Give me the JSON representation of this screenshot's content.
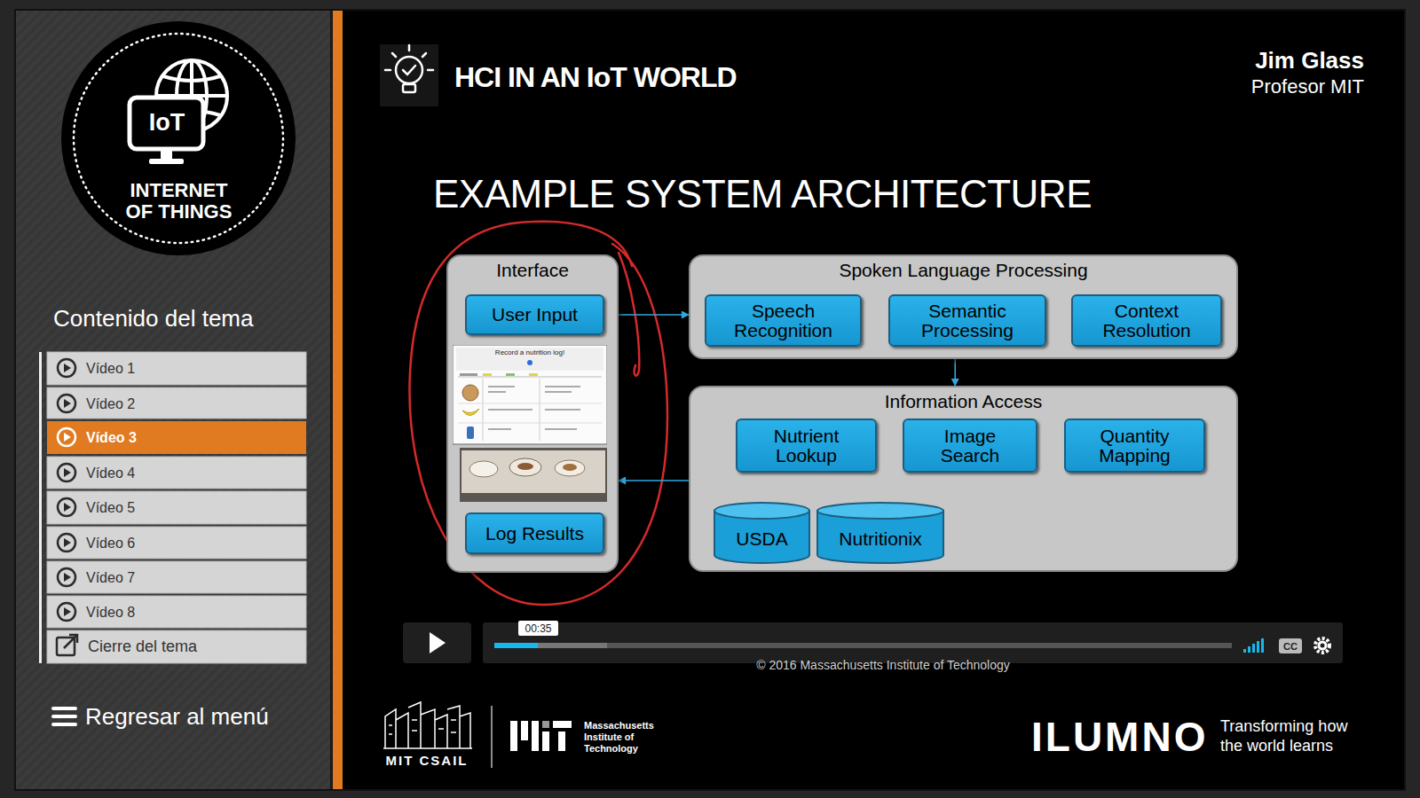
{
  "diagram": {
    "title": "EXAMPLE SYSTEM ARCHITECTURE",
    "nodes": [
      {
        "text": [
          "Interface"
        ]
      },
      {
        "text": [
          "User Input"
        ],
        "in": 0
      },
      {
        "text": [
          "Log Results"
        ],
        "in": 0
      },
      {
        "text": [
          "Spoken Language Processing"
        ]
      },
      {
        "text": [
          "Speech Recognition"
        ],
        "in": 3
      },
      {
        "text": [
          "Semantic Processing"
        ],
        "in": 3
      },
      {
        "text": [
          "Context Resolution"
        ],
        "in": 3
      },
      {
        "text": [
          "Information Access"
        ]
      },
      {
        "text": [
          "Nutrient Lookup"
        ],
        "in": 7
      },
      {
        "text": [
          "Image Search"
        ],
        "in": 7
      },
      {
        "text": [
          "Quantity Mapping"
        ],
        "in": 7
      },
      {
        "text": [
          "USDA"
        ],
        "in": 7
      },
      {
        "text": [
          "Nutritionix"
        ],
        "in": 7
      }
    ],
    "edges": [
      {
        "from": 0,
        "to": 3,
        "arrow": "to"
      },
      {
        "from": 3,
        "to": 7,
        "arrow": "to"
      },
      {
        "from": 7,
        "to": 0,
        "arrow": "to"
      },
      {
        "from": 8,
        "to": 11,
        "arrow": "to"
      },
      {
        "from": 8,
        "to": 12,
        "arrow": "to"
      }
    ],
    "labels": [
      "HCI IN AN IoT WORLD",
      "Jim Glass",
      "Profesor MIT",
      "IoT",
      "INTERNET OF THINGS",
      "Contenido del tema",
      "Vídeo 1",
      "Vídeo 2",
      "Vídeo 3",
      "Vídeo 4",
      "Vídeo 5",
      "Vídeo 6",
      "Vídeo 7",
      "Vídeo 8",
      "Cierre del tema",
      "Regresar al menú",
      "Record a nutrition log!",
      "00:35",
      "CC",
      "© 2016 Massachusetts Institute of Technology",
      "MIT CSAIL",
      "Massachusetts Institute of Technology",
      "ILUMNO",
      "Transforming how the world learns"
    ]
  }
}
